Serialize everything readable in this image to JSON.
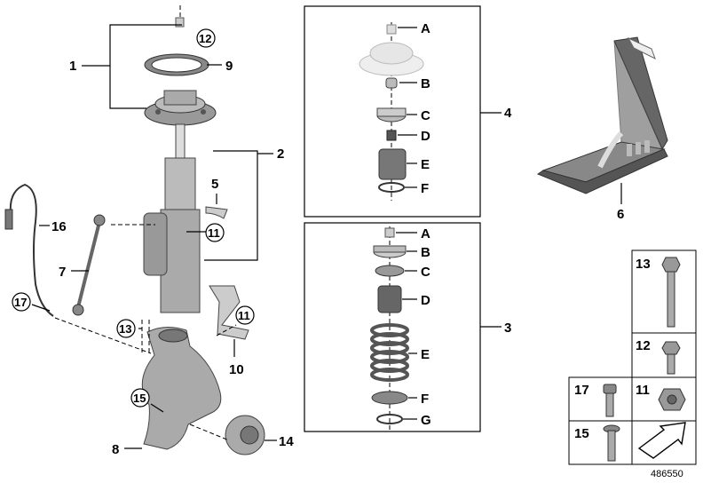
{
  "labels": {
    "l1": "1",
    "l2": "2",
    "l3": "3",
    "l4": "4",
    "l5": "5",
    "l6": "6",
    "l7": "7",
    "l8": "8",
    "l9": "9",
    "l10": "10",
    "l11a": "11",
    "l11b": "11",
    "l12": "12",
    "l13": "13",
    "l14": "14",
    "l15": "15",
    "l16": "16",
    "l17": "17"
  },
  "box4": {
    "A": "A",
    "B": "B",
    "C": "C",
    "D": "D",
    "E": "E",
    "F": "F"
  },
  "box3": {
    "A": "A",
    "B": "B",
    "C": "C",
    "D": "D",
    "E": "E",
    "F": "F",
    "G": "G"
  },
  "hardware": {
    "h13": "13",
    "h12": "12",
    "h17": "17",
    "h11": "11",
    "h15": "15"
  },
  "figure_number": "486550"
}
